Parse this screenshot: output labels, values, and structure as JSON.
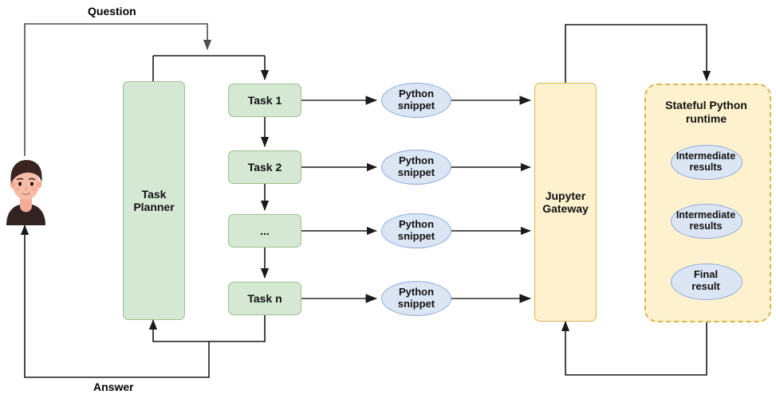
{
  "diagram": {
    "title_labels": {
      "question": "Question",
      "answer": "Answer"
    },
    "colors": {
      "green_fill": "#d5e8d4",
      "green_stroke": "#9bc08f",
      "yellow_fill": "#fdf2cd",
      "yellow_stroke": "#d6b656",
      "blue_fill": "#dbe5f4",
      "blue_stroke": "#8faadc",
      "line": "#1a1a1a",
      "background": "#ffffff"
    },
    "user": {
      "label": "user-avatar"
    },
    "planner": {
      "label": "Task\nPlanner",
      "line1": "Task",
      "line2": "Planner"
    },
    "tasks": [
      {
        "label": "Task 1"
      },
      {
        "label": "Task 2"
      },
      {
        "label": "..."
      },
      {
        "label": "Task n"
      }
    ],
    "snippets": [
      {
        "line1": "Python",
        "line2": "snippet"
      },
      {
        "line1": "Python",
        "line2": "snippet"
      },
      {
        "line1": "Python",
        "line2": "snippet"
      },
      {
        "line1": "Python",
        "line2": "snippet"
      }
    ],
    "gateway": {
      "line1": "Jupyter",
      "line2": "Gateway"
    },
    "runtime": {
      "title_line1": "Stateful Python",
      "title_line2": "runtime",
      "results": [
        {
          "line1": "Intermediate",
          "line2": "results"
        },
        {
          "line1": "Intermediate",
          "line2": "results"
        },
        {
          "line1": "Final",
          "line2": "result"
        }
      ]
    }
  }
}
